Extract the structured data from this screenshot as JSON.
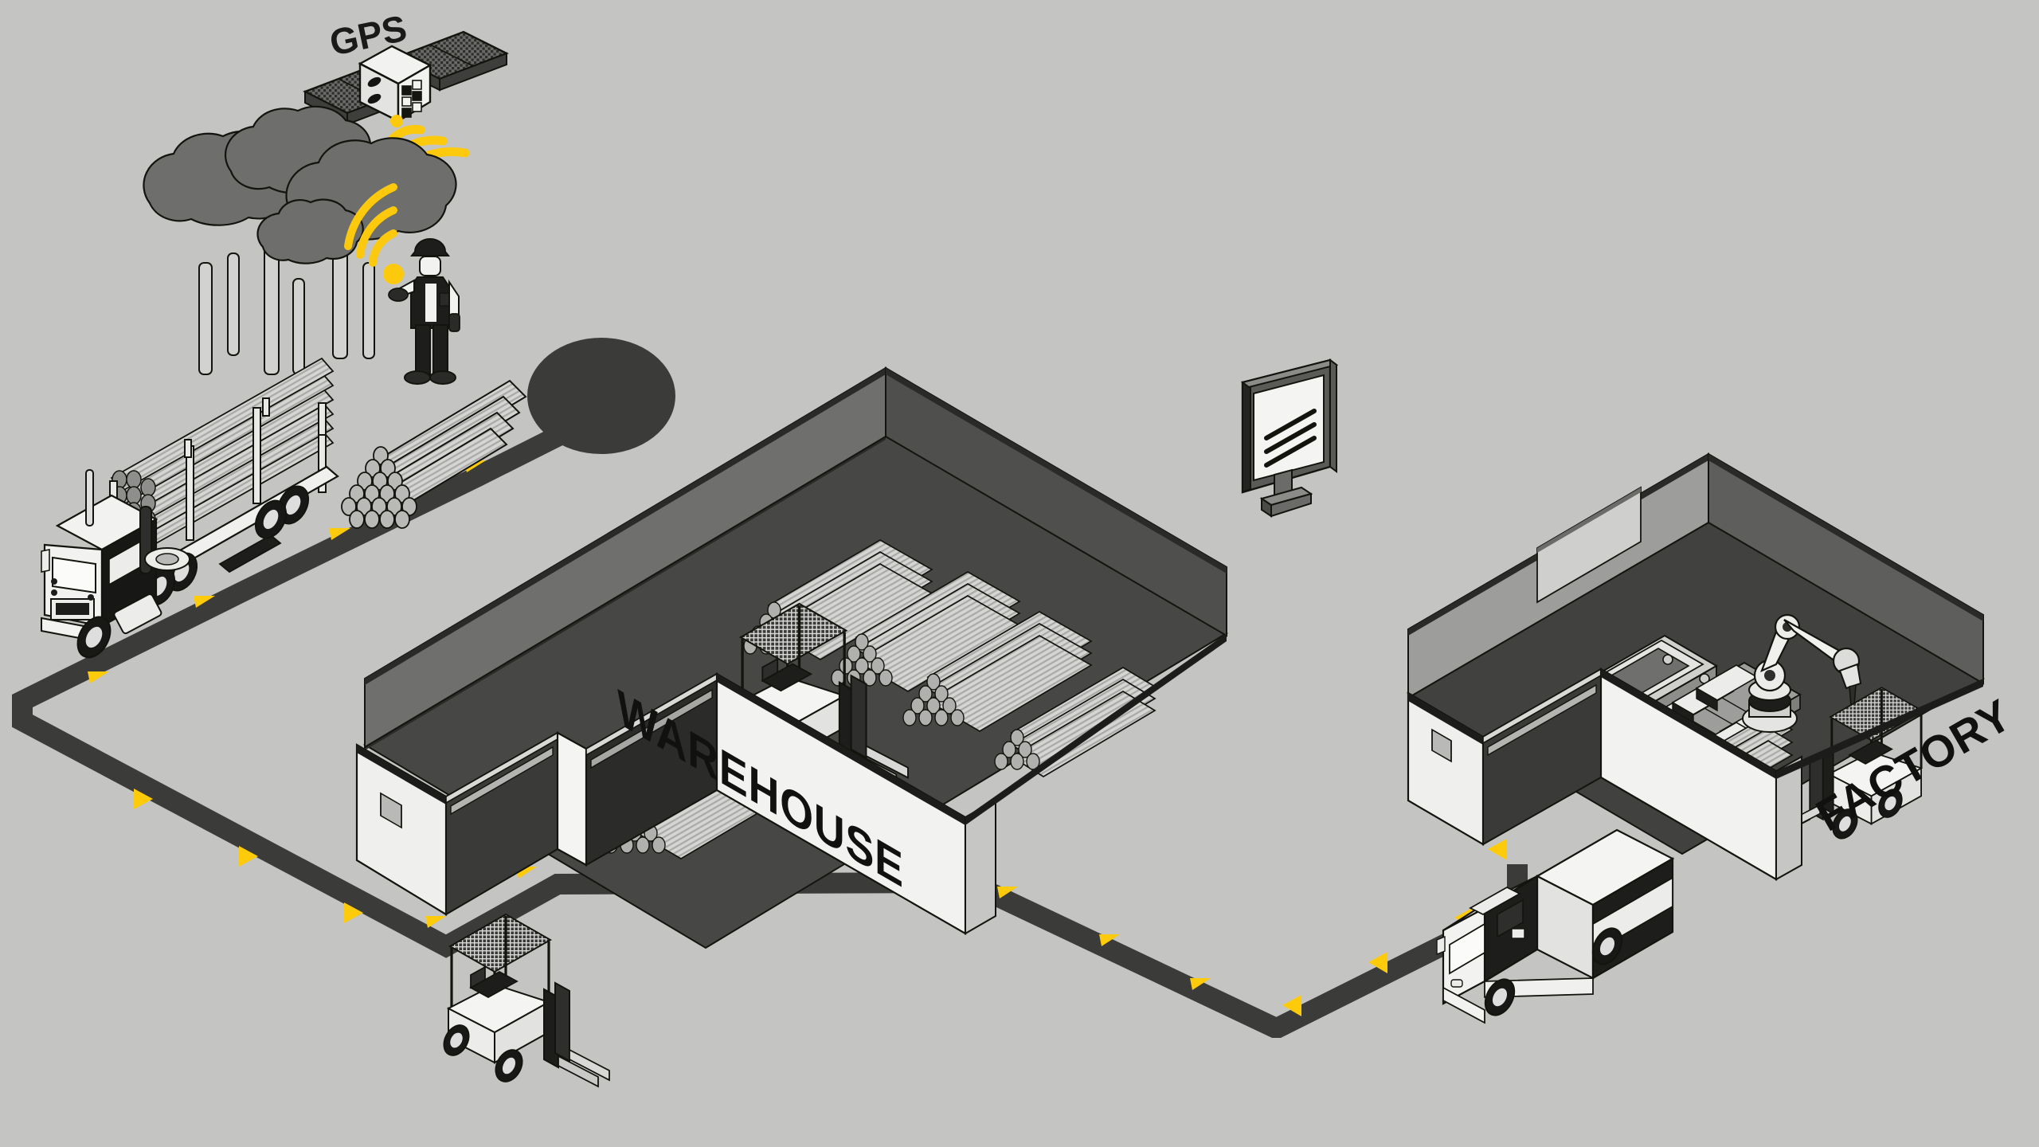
{
  "scene": {
    "title": "Timber Supply Chain Isometric Diagram",
    "background_color": "#c4c4c3"
  },
  "palette": {
    "background": "#c4c4c3",
    "path": "#3b3b39",
    "path_arrow": "#fdcb0a",
    "signal_yellow": "#fdc90c",
    "wall_light": "#eeeeec",
    "wall_mid": "#6f6f6e",
    "wall_dark": "#4a4a49",
    "floor_warehouse": "#474746",
    "floor_factory": "#414140",
    "roof_edge": "#1c1c1b",
    "log_light": "#d8d8d6",
    "log_mid": "#a8a8a6",
    "tree_canopy": "#6e6e6c",
    "tree_trunk": "#d2d2d0",
    "outline": "#14140f",
    "white": "#f4f4f2",
    "black": "#121210"
  },
  "labels": {
    "gps": "GPS",
    "warehouse": "WAREHOUSE",
    "factory": "FACTORY"
  },
  "nodes": [
    {
      "id": "forest",
      "name": "Forest harvesting site",
      "label": ""
    },
    {
      "id": "gps",
      "name": "GPS satellite",
      "label": "GPS"
    },
    {
      "id": "worker",
      "name": "Forestry worker with handheld tracker",
      "label": ""
    },
    {
      "id": "log-truck",
      "name": "Logging truck with log load",
      "label": ""
    },
    {
      "id": "log-pile",
      "name": "Roadside log pile",
      "label": ""
    },
    {
      "id": "monitor",
      "name": "Monitoring display screen",
      "label": ""
    },
    {
      "id": "warehouse",
      "name": "Warehouse building",
      "label": "WAREHOUSE"
    },
    {
      "id": "factory",
      "name": "Factory building",
      "label": "FACTORY"
    },
    {
      "id": "box-truck",
      "name": "Delivery box truck",
      "label": ""
    }
  ],
  "icons": {
    "satellite": "satellite-icon",
    "signal": "wifi-signal-icon",
    "tree": "tree-icon",
    "truck": "truck-icon",
    "forklift": "forklift-icon",
    "robot_arm": "robot-arm-icon",
    "monitor": "monitor-icon",
    "log_stack": "log-stack-icon",
    "arrow": "path-arrow-icon"
  },
  "counts": {
    "trees": 6,
    "warehouse_log_stacks": 5,
    "warehouse_forklifts": 2,
    "factory_forklifts": 1,
    "path_arrows": 22,
    "gps_signal_waves": 3,
    "worker_signal_waves": 3,
    "monitor_text_lines": 3
  },
  "flow": {
    "description": "Logs are harvested in the forest, tracked via GPS and a handheld device, trucked along the route to the WAREHOUSE for storage, then forwarded by box truck to the FACTORY for processing.",
    "steps": [
      "forest",
      "log-truck",
      "warehouse",
      "box-truck",
      "factory"
    ]
  }
}
